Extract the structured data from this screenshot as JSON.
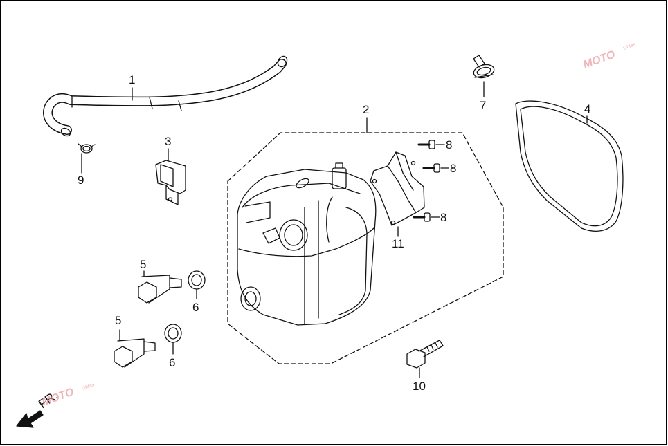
{
  "callouts": [
    {
      "id": "1",
      "text": "1"
    },
    {
      "id": "2",
      "text": "2"
    },
    {
      "id": "3",
      "text": "3"
    },
    {
      "id": "4",
      "text": "4"
    },
    {
      "id": "5a",
      "text": "5"
    },
    {
      "id": "5b",
      "text": "5"
    },
    {
      "id": "6a",
      "text": "6"
    },
    {
      "id": "6b",
      "text": "6"
    },
    {
      "id": "7",
      "text": "7"
    },
    {
      "id": "8a",
      "text": "8"
    },
    {
      "id": "8b",
      "text": "8"
    },
    {
      "id": "8c",
      "text": "8"
    },
    {
      "id": "9",
      "text": "9"
    },
    {
      "id": "10",
      "text": "10"
    },
    {
      "id": "11",
      "text": "11"
    }
  ],
  "direction_label": "FR.",
  "watermark": {
    "text": "MOTO",
    "sub": "Ohtas"
  },
  "colors": {
    "line": "#111111",
    "watermark": "#e8a0a6"
  }
}
